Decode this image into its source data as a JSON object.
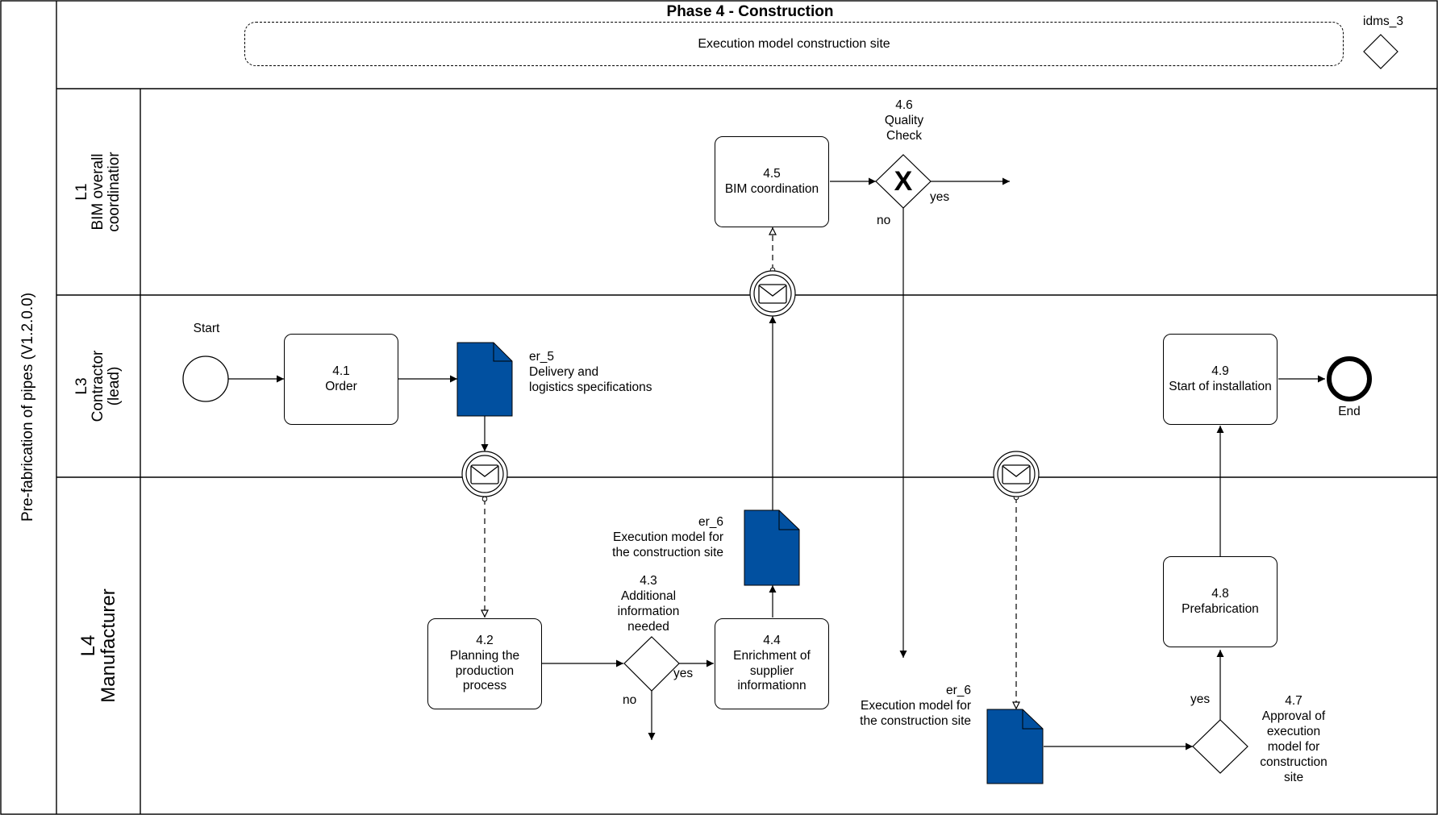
{
  "pool": {
    "title": "Pre-fabrication of pipes (V1.2.0.0)"
  },
  "phase": {
    "title": "Phase 4 - Construction",
    "group_label": "Execution model construction site",
    "marker": "idms_3"
  },
  "lanes": [
    {
      "code": "L1",
      "name_lines": [
        "BIM overall",
        "coordinatior"
      ]
    },
    {
      "code": "L3",
      "name_lines": [
        "Contractor",
        "(lead)"
      ]
    },
    {
      "code": "L4",
      "name_lines": [
        "Manufacturer"
      ]
    }
  ],
  "events": {
    "start": "Start",
    "end": "End"
  },
  "tasks": {
    "t41": {
      "id": "4.1",
      "lines": [
        "Order"
      ]
    },
    "t42": {
      "id": "4.2",
      "lines": [
        "Planning the",
        "production",
        "process"
      ]
    },
    "t44": {
      "id": "4.4",
      "lines": [
        "Enrichment of",
        "supplier",
        "informationn"
      ]
    },
    "t45": {
      "id": "4.5",
      "lines": [
        "BIM coordination"
      ]
    },
    "t48": {
      "id": "4.8",
      "lines": [
        "Prefabrication"
      ]
    },
    "t49": {
      "id": "4.9",
      "lines": [
        "Start of installation"
      ]
    }
  },
  "gateways": {
    "g43": {
      "id": "4.3",
      "lines": [
        "Additional",
        "information",
        "needed"
      ]
    },
    "g46": {
      "id": "4.6",
      "lines": [
        "Quality",
        "Check"
      ],
      "symbol": "X"
    },
    "g47": {
      "id": "4.7",
      "lines": [
        "Approval of",
        "execution",
        "model for",
        "construction",
        "site"
      ]
    }
  },
  "documents": {
    "er5": {
      "id": "er_5",
      "lines": [
        "Delivery and",
        "logistics specifications"
      ]
    },
    "er6a": {
      "id": "er_6",
      "lines": [
        "Execution model for",
        "the construction site"
      ]
    },
    "er6b": {
      "id": "er_6",
      "lines": [
        "Execution model for",
        "the construction site"
      ]
    }
  },
  "flow_labels": {
    "yes": "yes",
    "no": "no"
  },
  "colors": {
    "document_fill": "#0150A0",
    "line": "#000000",
    "background": "#FFFFFF"
  },
  "icons": {
    "message_event": "envelope-icon",
    "gateway_exclusive": "x-icon"
  }
}
